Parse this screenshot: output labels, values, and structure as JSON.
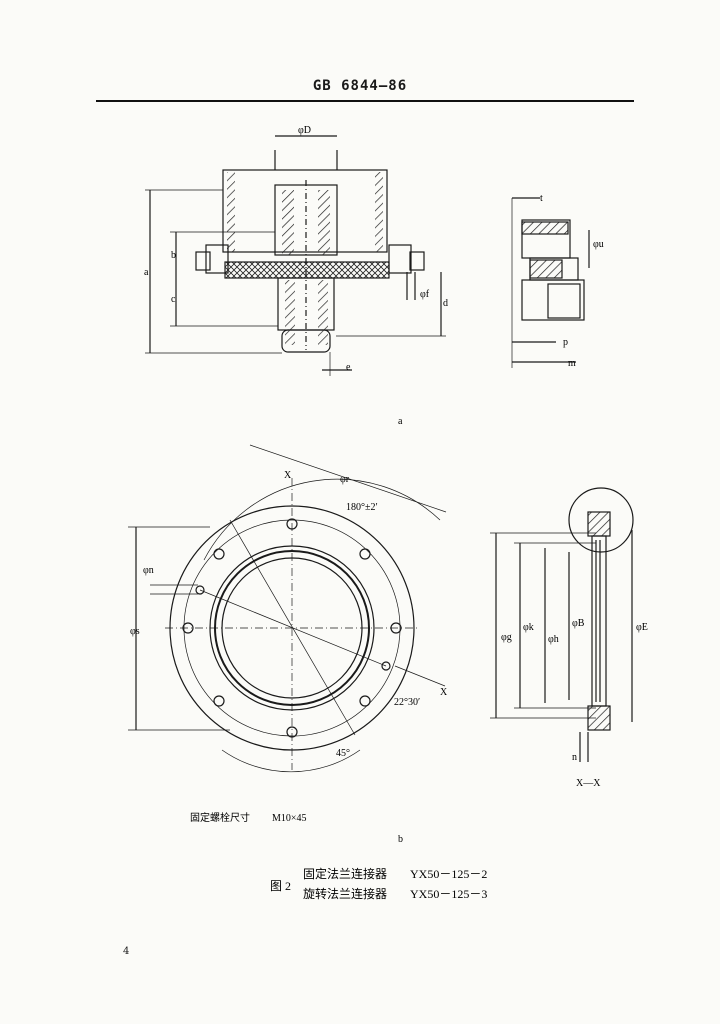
{
  "header": {
    "standard_code": "GB 6844—86"
  },
  "figure_a": {
    "sublabel": "a",
    "dims": {
      "phi_D": "φD",
      "a": "a",
      "b": "b",
      "c": "c",
      "d": "d",
      "e": "e",
      "phi_f": "φf",
      "t": "t",
      "phi_u": "φu",
      "p": "p",
      "m": "m"
    }
  },
  "figure_b": {
    "sublabel": "b",
    "dims": {
      "phi_r": "φr",
      "phi_s": "φs",
      "phi_n": "φn",
      "angle_180": "180°±2′",
      "angle_22": "22°30′",
      "angle_45": "45°",
      "x_mark": "X",
      "phi_g": "φg",
      "phi_k": "φk",
      "phi_h": "φh",
      "phi_B": "φB",
      "phi_E": "φE",
      "n": "n",
      "section": "X—X"
    },
    "bolt_label": "固定螺栓尺寸",
    "bolt_value": "M10×45"
  },
  "caption": {
    "figure_label": "图 2",
    "line1_name": "固定法兰连接器",
    "line1_code": "YX50－125－2",
    "line2_name": "旋转法兰连接器",
    "line2_code": "YX50－125－3"
  },
  "page_number": "4"
}
